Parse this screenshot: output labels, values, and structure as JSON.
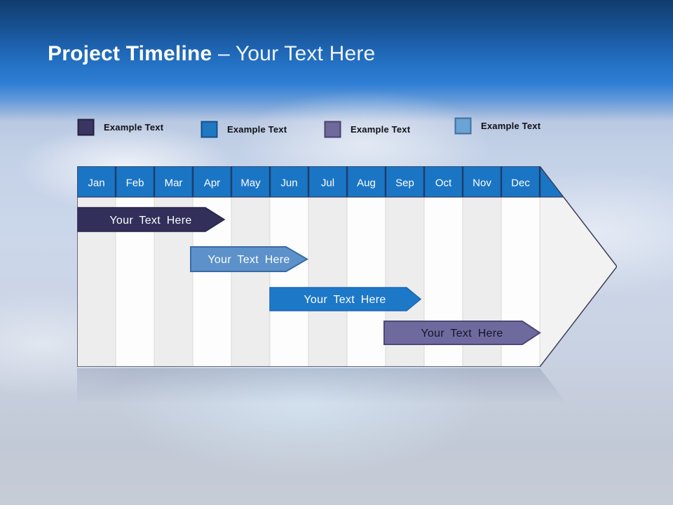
{
  "slide_title": {
    "main": "Project Timeline",
    "separator": "–",
    "subtitle": "Your Text Here"
  },
  "legend": {
    "items": [
      {
        "label": "Example Text",
        "color": "#393663",
        "border": "#23203f"
      },
      {
        "label": "Example Text",
        "color": "#1e78c2",
        "border": "#14508c"
      },
      {
        "label": "Example Text",
        "color": "#6f6a9b",
        "border": "#47426e"
      },
      {
        "label": "Example Text",
        "color": "#6ba3d4",
        "border": "#3f6f9f"
      }
    ]
  },
  "timeline": {
    "months": [
      "Jan",
      "Feb",
      "Mar",
      "Apr",
      "May",
      "Jun",
      "Jul",
      "Aug",
      "Sep",
      "Oct",
      "Nov",
      "Dec"
    ],
    "header_color": "#1b75c5",
    "header_divider_color": "#1c3e6e",
    "body_stripe_color": "#ededed",
    "body_bg_color": "#fdfdfd",
    "tip_bg_color": "#f2f2f2",
    "outline_color": "#3f3f58",
    "bars": [
      {
        "label": "Your Text Here",
        "fill": "#32305a",
        "stroke": "#262447",
        "text_color": "#ffffff",
        "start": "Jan",
        "end": "mid-Apr"
      },
      {
        "label": "Your Text Here",
        "fill": "#5d91c9",
        "stroke": "#3a6ca6",
        "text_color": "#ffffff",
        "start": "Apr",
        "end": "Jun"
      },
      {
        "label": "Your Text Here",
        "fill": "#1e78c8",
        "stroke": "#1c67b4",
        "text_color": "#ffffff",
        "start": "Jun",
        "end": "mid-Sep"
      },
      {
        "label": "Your Text Here",
        "fill": "#6f6a9e",
        "stroke": "#4d4878",
        "text_color": "#14142a",
        "start": "Sep",
        "end": "Dec"
      }
    ]
  }
}
